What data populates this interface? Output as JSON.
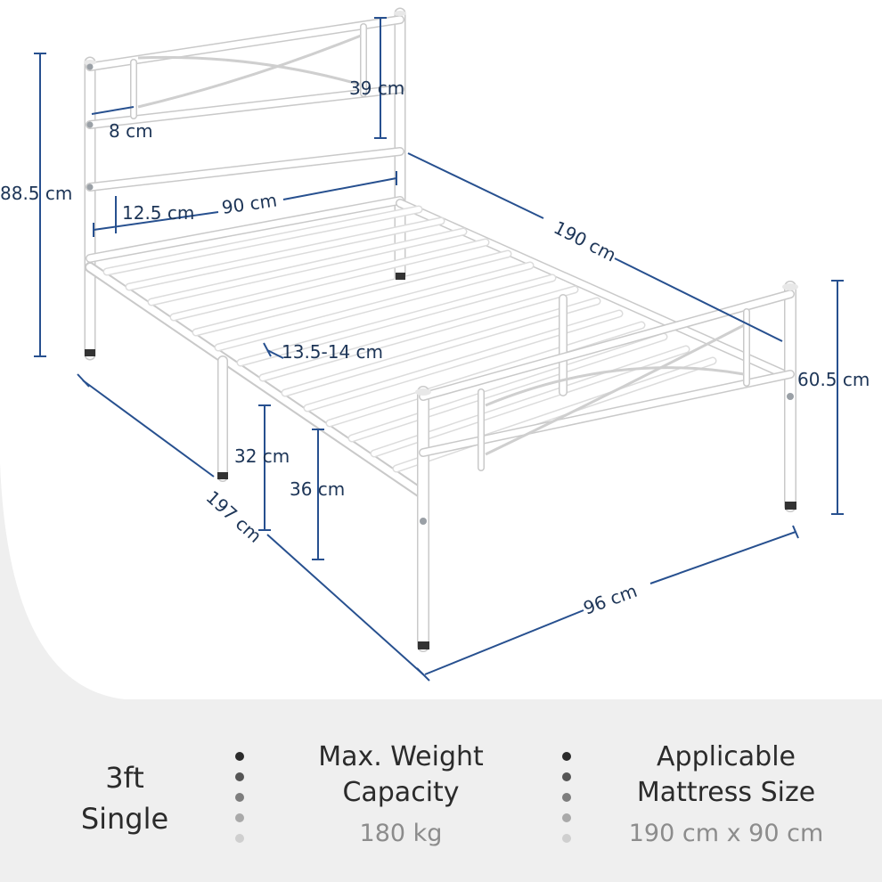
{
  "dimensions": {
    "headboard_height": "88.5 cm",
    "headboard_panel": "39 cm",
    "post_spacing": "8 cm",
    "clearance_top": "12.5 cm",
    "inner_width": "90 cm",
    "inner_length": "190 cm",
    "slat_gap": "13.5-14 cm",
    "underbed_clearance": "32 cm",
    "side_rail_height": "36 cm",
    "outer_length": "197 cm",
    "outer_width": "96 cm",
    "footboard_height": "60.5 cm"
  },
  "specs": {
    "size_line1": "3ft",
    "size_line2": "Single",
    "weight_title_1": "Max. Weight",
    "weight_title_2": "Capacity",
    "weight_value": "180 kg",
    "mattress_title_1": "Applicable",
    "mattress_title_2": "Mattress Size",
    "mattress_value": "190 cm x 90 cm"
  },
  "colors": {
    "dimension_line": "#27508f",
    "frame": "#ffffff",
    "background_top": "#ffffff",
    "background_bottom": "#efefef"
  }
}
